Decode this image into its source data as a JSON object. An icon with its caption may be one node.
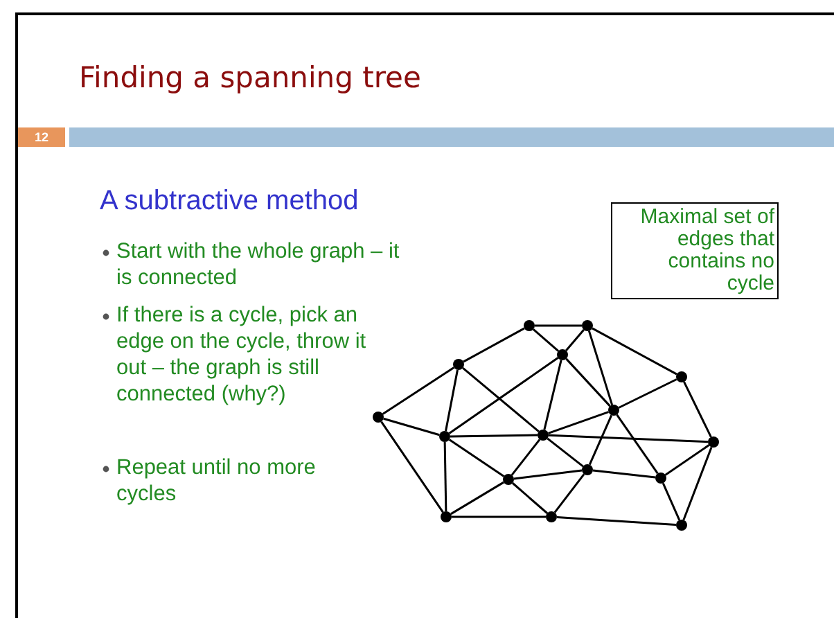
{
  "diagram": {
    "title": "Finding a spanning tree",
    "nodes": [
      {
        "text": [
          "Maximal set of edges that contains no cycle"
        ]
      },
      {
        "text": [],
        "shape": "circle"
      },
      {
        "text": [],
        "shape": "circle"
      },
      {
        "text": [],
        "shape": "circle"
      },
      {
        "text": [],
        "shape": "circle"
      },
      {
        "text": [],
        "shape": "circle"
      },
      {
        "text": [],
        "shape": "circle"
      },
      {
        "text": [],
        "shape": "circle"
      },
      {
        "text": [],
        "shape": "circle"
      },
      {
        "text": [],
        "shape": "circle"
      },
      {
        "text": [],
        "shape": "circle"
      },
      {
        "text": [],
        "shape": "circle"
      },
      {
        "text": [],
        "shape": "circle"
      },
      {
        "text": [],
        "shape": "circle"
      },
      {
        "text": [],
        "shape": "circle"
      },
      {
        "text": [],
        "shape": "circle"
      },
      {
        "text": [],
        "shape": "circle"
      }
    ],
    "edges": [
      {
        "from": 1,
        "to": 2,
        "arrow": "none"
      },
      {
        "from": 1,
        "to": 3,
        "arrow": "none"
      },
      {
        "from": 1,
        "to": 4,
        "arrow": "none"
      },
      {
        "from": 2,
        "to": 3,
        "arrow": "none"
      },
      {
        "from": 2,
        "to": 7,
        "arrow": "none"
      },
      {
        "from": 2,
        "to": 5,
        "arrow": "none"
      },
      {
        "from": 3,
        "to": 8,
        "arrow": "none"
      },
      {
        "from": 3,
        "to": 9,
        "arrow": "none"
      },
      {
        "from": 3,
        "to": 7,
        "arrow": "none"
      },
      {
        "from": 4,
        "to": 6,
        "arrow": "none"
      },
      {
        "from": 4,
        "to": 8,
        "arrow": "none"
      },
      {
        "from": 4,
        "to": 9,
        "arrow": "none"
      },
      {
        "from": 5,
        "to": 7,
        "arrow": "none"
      },
      {
        "from": 5,
        "to": 10,
        "arrow": "none"
      },
      {
        "from": 6,
        "to": 8,
        "arrow": "none"
      },
      {
        "from": 6,
        "to": 14,
        "arrow": "none"
      },
      {
        "from": 7,
        "to": 9,
        "arrow": "none"
      },
      {
        "from": 7,
        "to": 12,
        "arrow": "none"
      },
      {
        "from": 7,
        "to": 13,
        "arrow": "none"
      },
      {
        "from": 8,
        "to": 9,
        "arrow": "none"
      },
      {
        "from": 8,
        "to": 14,
        "arrow": "none"
      },
      {
        "from": 8,
        "to": 11,
        "arrow": "none"
      },
      {
        "from": 9,
        "to": 10,
        "arrow": "none"
      },
      {
        "from": 9,
        "to": 11,
        "arrow": "none"
      },
      {
        "from": 9,
        "to": 12,
        "arrow": "none"
      },
      {
        "from": 11,
        "to": 12,
        "arrow": "none"
      },
      {
        "from": 11,
        "to": 14,
        "arrow": "none"
      },
      {
        "from": 11,
        "to": 15,
        "arrow": "none"
      },
      {
        "from": 12,
        "to": 15,
        "arrow": "none"
      },
      {
        "from": 12,
        "to": 13,
        "arrow": "none"
      },
      {
        "from": 13,
        "to": 10,
        "arrow": "none"
      },
      {
        "from": 13,
        "to": 16,
        "arrow": "none"
      },
      {
        "from": 10,
        "to": 16,
        "arrow": "none"
      },
      {
        "from": 14,
        "to": 15,
        "arrow": "none"
      },
      {
        "from": 15,
        "to": 16,
        "arrow": "none"
      }
    ],
    "labels": [
      "12",
      "A subtractive method",
      "Start with the whole graph – it is connected",
      "If there is a cycle, pick an edge on the cycle, throw it out – the graph is still connected (why?)",
      "Repeat until no more cycles"
    ]
  }
}
